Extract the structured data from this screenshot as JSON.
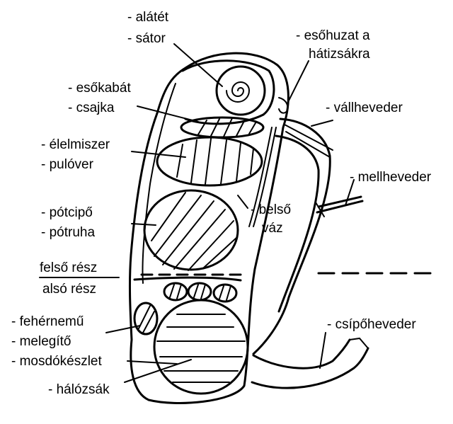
{
  "labels": {
    "alatet": "- alátét",
    "sator": "- sátor",
    "esohuzat_line1": "- esőhuzat a",
    "esohuzat_line2": "hátizsákra",
    "esokabat": "- esőkabát",
    "csajka": "- csajka",
    "vallheveder": "- vállheveder",
    "elelmiszer": "- élelmiszer",
    "pulover": "- pulóver",
    "mellheveder": "- mellheveder",
    "potcipo": "- pótcipő",
    "potruha": "- pótruha",
    "belso_vaz_line1": "- belső",
    "belso_vaz_line2": "váz",
    "felso_resz": "felső rész",
    "also_resz": "alsó rész",
    "csipoheveder": "- csípőheveder",
    "fehernemu": "- fehérnemű",
    "melegito": "- melegítő",
    "mosdokeszlet": "- mosdókészlet",
    "halozsak": "- hálózsák"
  }
}
